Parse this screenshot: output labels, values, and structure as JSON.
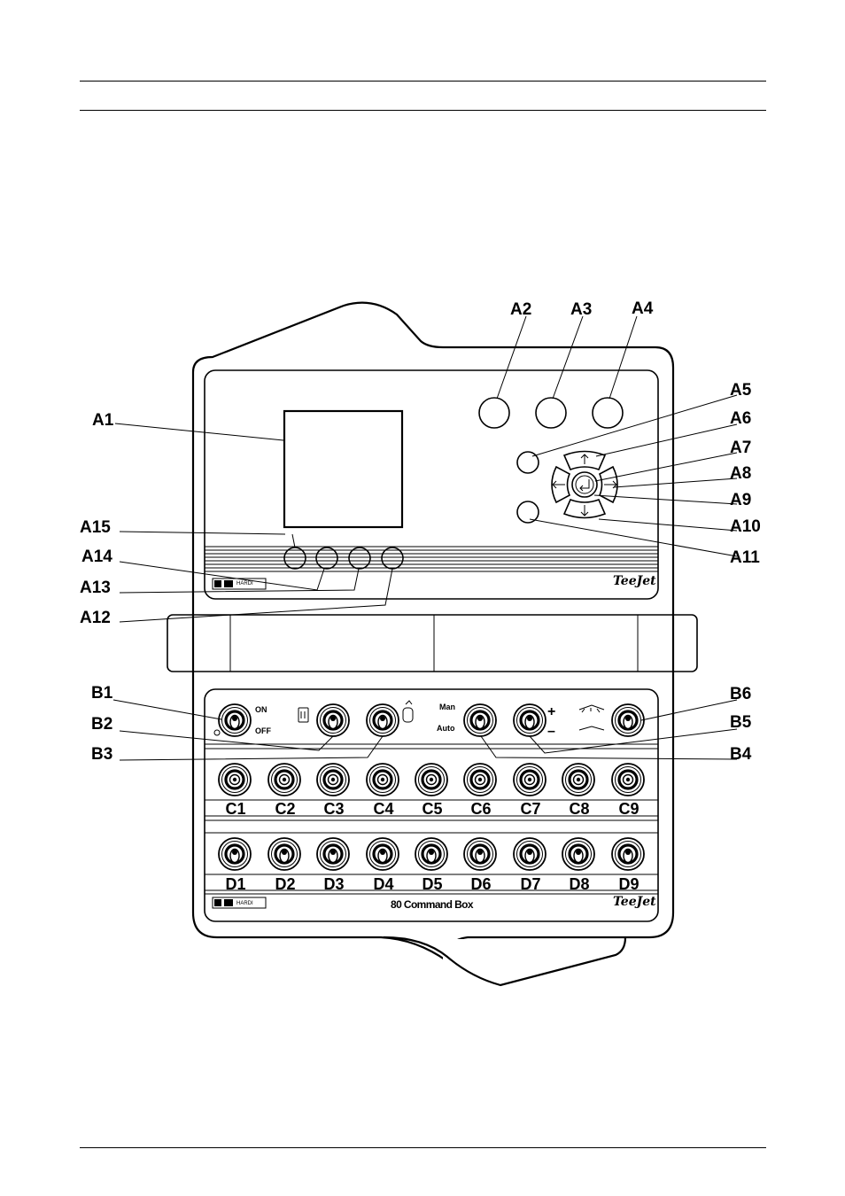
{
  "labels": {
    "a1": "A1",
    "a2": "A2",
    "a3": "A3",
    "a4": "A4",
    "a5": "A5",
    "a6": "A6",
    "a7": "A7",
    "a8": "A8",
    "a9": "A9",
    "a10": "A10",
    "a11": "A11",
    "a12": "A12",
    "a13": "A13",
    "a14": "A14",
    "a15": "A15",
    "b1": "B1",
    "b2": "B2",
    "b3": "B3",
    "b4": "B4",
    "b5": "B5",
    "b6": "B6"
  },
  "switch_row_c": [
    "C1",
    "C2",
    "C3",
    "C4",
    "C5",
    "C6",
    "C7",
    "C8",
    "C9"
  ],
  "switch_row_d": [
    "D1",
    "D2",
    "D3",
    "D4",
    "D5",
    "D6",
    "D7",
    "D8",
    "D9"
  ],
  "b_panel": {
    "on": "ON",
    "off": "OFF",
    "man": "Man",
    "auto": "Auto",
    "plus": "+",
    "minus": "–"
  },
  "footer": {
    "model": "80 Command Box",
    "logo": "TeeJet",
    "brand": "HARDI"
  },
  "icons": {
    "enter": "enter-icon",
    "up": "arrow-up-icon",
    "down": "arrow-down-icon",
    "left": "arrow-left-icon",
    "right": "arrow-right-icon"
  }
}
